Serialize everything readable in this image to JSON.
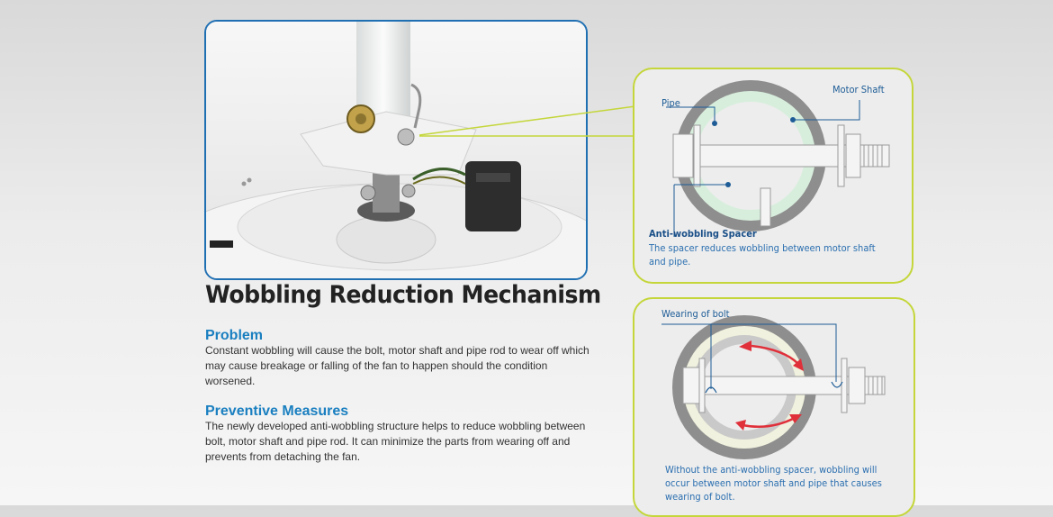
{
  "title": "Wobbling Reduction Mechanism",
  "sections": [
    {
      "heading": "Problem",
      "body": "Constant wobbling will cause the bolt, motor shaft and pipe rod to wear off which may cause breakage or falling of the fan to happen should the condition worsened."
    },
    {
      "heading": "Preventive Measures",
      "body": "The newly developed anti-wobbling structure helps to reduce wobbling between bolt, motor shaft and pipe rod. It can minimize the parts from wearing off and prevents from detaching the fan."
    }
  ],
  "diagram_top": {
    "labels": {
      "pipe": "Pipe",
      "motor_shaft": "Motor Shaft",
      "spacer_title": "Anti-wobbling Spacer",
      "spacer_desc": "The spacer reduces wobbling between motor shaft and pipe."
    }
  },
  "diagram_bottom": {
    "labels": {
      "wearing": "Wearing of bolt",
      "desc": "Without the anti-wobbling spacer, wobbling will occur between motor shaft and pipe that causes wearing of bolt."
    }
  },
  "colors": {
    "frame_blue": "#1f6fb3",
    "panel_border": "#c4d63a",
    "heading_blue": "#1a7fc0",
    "label_blue": "#1d5c96",
    "arrow_red": "#e0303a",
    "spacer_green": "#d8eedd",
    "ring_gray": "#8e8e8e"
  }
}
